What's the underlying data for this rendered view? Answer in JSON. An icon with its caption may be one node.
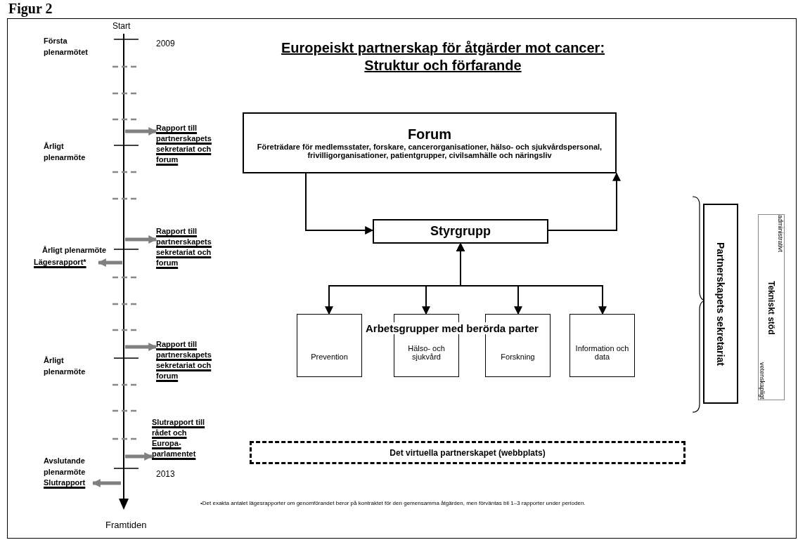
{
  "diagram": {
    "title": "Europeiskt partnerskap för åtgärder mot cancer: Struktur och förfarande",
    "nodes": [
      {
        "text": [
          "Forum",
          "Företrädare för medlemsstater, forskare, cancerorganisationer, hälso- och sjukvårdspersonal, frivilligorganisationer, patientgrupper, civilsamhälle och näringsliv"
        ]
      },
      {
        "text": [
          "Styrgrupp"
        ]
      },
      {
        "text": [
          "Prevention"
        ]
      },
      {
        "text": [
          "Hälso- och sjukvård"
        ]
      },
      {
        "text": [
          "Forskning"
        ]
      },
      {
        "text": [
          "Information och data"
        ]
      },
      {
        "text": [
          "Partnerskapets sekretariat"
        ]
      },
      {
        "text": [
          "Tekniskt stöd",
          "administrativt",
          "vetenskapligt"
        ]
      },
      {
        "text": [
          "Det virtuella partnerskapet (webbplats)"
        ]
      },
      {
        "text": [
          "Rapport till partnerskapets sekretariat och forum"
        ]
      },
      {
        "text": [
          "Rapport till partnerskapets sekretariat och forum"
        ]
      },
      {
        "text": [
          "Rapport till partnerskapets sekretariat och forum"
        ]
      },
      {
        "text": [
          "Slutrapport till rådet och Europa- parlamentet"
        ]
      },
      {
        "text": [
          "Lägesrapport*"
        ]
      },
      {
        "text": [
          "Slutrapport"
        ]
      }
    ],
    "edges": [
      {
        "from": 0,
        "to": 1,
        "arrow": "to"
      },
      {
        "from": 1,
        "to": 0,
        "arrow": "to"
      },
      {
        "from": 1,
        "to": 2,
        "arrow": "both"
      },
      {
        "from": 1,
        "to": 3,
        "arrow": "both"
      },
      {
        "from": 1,
        "to": 4,
        "arrow": "both"
      },
      {
        "from": 1,
        "to": 5,
        "arrow": "both"
      },
      {
        "from": null,
        "to": 9,
        "arrow": "to",
        "style": "thick",
        "color": "#808080"
      },
      {
        "from": null,
        "to": 10,
        "arrow": "to",
        "style": "thick",
        "color": "#808080"
      },
      {
        "from": null,
        "to": 11,
        "arrow": "to",
        "style": "thick",
        "color": "#808080"
      },
      {
        "from": null,
        "to": 12,
        "arrow": "to",
        "style": "thick",
        "color": "#808080"
      },
      {
        "from": null,
        "to": 13,
        "arrow": "to",
        "style": "thick",
        "color": "#808080"
      },
      {
        "from": null,
        "to": 14,
        "arrow": "to",
        "style": "thick",
        "color": "#808080"
      }
    ],
    "labels": [
      "Figur 2",
      "Start",
      "Första plenarmötet",
      "2009",
      "Årligt plenarmöte",
      "Årligt plenarmöte",
      "Årligt plenarmöte",
      "Avslutande plenarmöte",
      "2013",
      "Framtiden",
      "Arbetsgrupper med berörda parter",
      "•Det exakta antalet lägesrapporter om genomförandet beror på kontraktet för den gemensamma åtgärden, men förväntas bli 1–3 rapporter under perioden."
    ]
  }
}
